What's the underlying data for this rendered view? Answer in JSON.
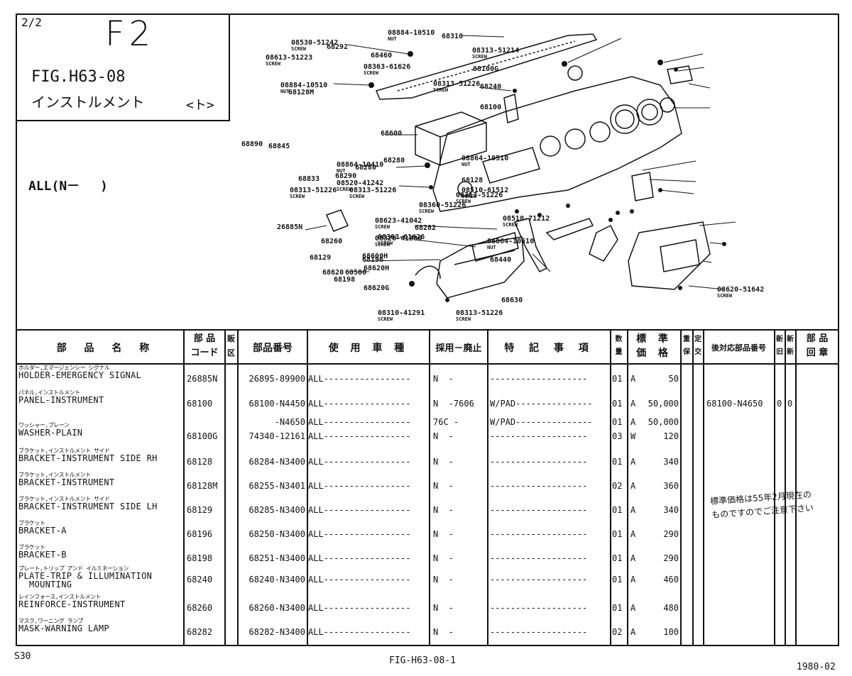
{
  "header": {
    "page_num": "2/2",
    "section": "F2",
    "fig": "FIG.H63-08",
    "title_jp": "インストルメント",
    "title_suffix": "<ト>",
    "applicability": "ALL(N－　 )"
  },
  "diagram": {
    "labels": [
      {
        "code": "08530-51242",
        "sub": "SCREW"
      },
      {
        "code": "68310",
        "sub": ""
      },
      {
        "code": "08884-10510",
        "sub": "NUT"
      },
      {
        "code": "68292",
        "sub": ""
      },
      {
        "code": "08613-51223",
        "sub": "SCREW"
      },
      {
        "code": "68460",
        "sub": ""
      },
      {
        "code": "08363-61626",
        "sub": "SCREW"
      },
      {
        "code": "08313-51214",
        "sub": "SCREW"
      },
      {
        "code": "68100G",
        "sub": ""
      },
      {
        "code": "68240",
        "sub": ""
      },
      {
        "code": "08884-10510",
        "sub": "NUT"
      },
      {
        "code": "08313-51226",
        "sub": "SCREW"
      },
      {
        "code": "68128M",
        "sub": ""
      },
      {
        "code": "68100",
        "sub": ""
      },
      {
        "code": "68600",
        "sub": ""
      },
      {
        "code": "68890",
        "sub": ""
      },
      {
        "code": "68845",
        "sub": ""
      },
      {
        "code": "68280",
        "sub": ""
      },
      {
        "code": "08864-10510",
        "sub": "NUT"
      },
      {
        "code": "08864-10410",
        "sub": "NUT"
      },
      {
        "code": "68290",
        "sub": ""
      },
      {
        "code": "68280",
        "sub": ""
      },
      {
        "code": "68128",
        "sub": ""
      },
      {
        "code": "08520-41242",
        "sub": "SCREW"
      },
      {
        "code": "68833",
        "sub": ""
      },
      {
        "code": "08313-51226",
        "sub": "SCREW"
      },
      {
        "code": "08313-51226",
        "sub": "SCREW"
      },
      {
        "code": "08510-61512",
        "sub": "SCREW"
      },
      {
        "code": "08360-51226",
        "sub": "SCREW"
      },
      {
        "code": "08313-51226",
        "sub": "SCREW"
      },
      {
        "code": "26885N",
        "sub": ""
      },
      {
        "code": "08623-41042",
        "sub": "SCREW"
      },
      {
        "code": "08510-71212",
        "sub": "SCREW"
      },
      {
        "code": "68282",
        "sub": ""
      },
      {
        "code": "08320-41886",
        "sub": "SCREW"
      },
      {
        "code": "08363-61626",
        "sub": "SCREW"
      },
      {
        "code": "08864-10510",
        "sub": "NUT"
      },
      {
        "code": "68260",
        "sub": ""
      },
      {
        "code": "68600H",
        "sub": ""
      },
      {
        "code": "68129",
        "sub": ""
      },
      {
        "code": "68196",
        "sub": ""
      },
      {
        "code": "68440",
        "sub": ""
      },
      {
        "code": "68620",
        "sub": ""
      },
      {
        "code": "68620H",
        "sub": ""
      },
      {
        "code": "68580",
        "sub": ""
      },
      {
        "code": "68198",
        "sub": ""
      },
      {
        "code": "68620G",
        "sub": ""
      },
      {
        "code": "08620-51642",
        "sub": "SCREW"
      },
      {
        "code": "68630",
        "sub": ""
      },
      {
        "code": "08310-41291",
        "sub": "SCREW"
      },
      {
        "code": "08313-51226",
        "sub": "SCREW"
      }
    ]
  },
  "table": {
    "headers": {
      "part_name": "部 品 名 称",
      "part_code": "部 品\nコード",
      "div": "販\n区",
      "part_no": "部品番号",
      "model": "使 用 車 種",
      "adopt": "採用－廃止",
      "notes": "特 記 事 項",
      "qty": "数\n量",
      "price": "標 準\n価 格",
      "h1": "重\n保",
      "h2": "定\n交",
      "compat": "後対応部品番号",
      "new": "新\n旧",
      "sub_new": "新\n新",
      "dept": "部 品\n回 章"
    },
    "rows": [
      {
        "kana": "ホルダー,エマージェンシー シグナル",
        "name": "HOLDER-EMERGENCY SIGNAL",
        "code": "26885N",
        "part_no": "26895-89900",
        "model": "ALL-----------------",
        "adopt": "N  -",
        "notes": "-------------------",
        "qty": "01",
        "rank": "A",
        "price": "50",
        "compat": "",
        "f1": "",
        "f2": ""
      },
      {
        "kana": "パネル,インストルメント",
        "name": "PANEL-INSTRUMENT",
        "code": "68100",
        "part_no": "68100-N4450",
        "model": "ALL-----------------",
        "adopt": "N  -7606",
        "notes": "W/PAD---------------",
        "qty": "01",
        "rank": "A",
        "price": "50,000",
        "compat": "68100-N4650",
        "f1": "0",
        "f2": "0"
      },
      {
        "kana": "",
        "name": "",
        "code": "",
        "part_no": "-N4650",
        "model": "ALL-----------------",
        "adopt": "76C -",
        "notes": "W/PAD---------------",
        "qty": "01",
        "rank": "A",
        "price": "50,000",
        "compat": "",
        "f1": "",
        "f2": ""
      },
      {
        "kana": "ワッシャー,プレーン",
        "name": "WASHER-PLAIN",
        "code": "68100G",
        "part_no": "74340-12161",
        "model": "ALL-----------------",
        "adopt": "N  -",
        "notes": "-------------------",
        "qty": "03",
        "rank": "W",
        "price": "120",
        "compat": "",
        "f1": "",
        "f2": ""
      },
      {
        "kana": "ブラケット,インストルメント サイド",
        "name": "BRACKET-INSTRUMENT SIDE RH",
        "code": "68128",
        "part_no": "68284-N3400",
        "model": "ALL-----------------",
        "adopt": "N  -",
        "notes": "-------------------",
        "qty": "01",
        "rank": "A",
        "price": "340",
        "compat": "",
        "f1": "",
        "f2": ""
      },
      {
        "kana": "ブラケット,インストルメント",
        "name": "BRACKET-INSTRUMENT",
        "code": "68128M",
        "part_no": "68255-N3401",
        "model": "ALL-----------------",
        "adopt": "N  -",
        "notes": "-------------------",
        "qty": "02",
        "rank": "A",
        "price": "360",
        "compat": "",
        "f1": "",
        "f2": ""
      },
      {
        "kana": "ブラケット,インストルメント サイド",
        "name": "BRACKET-INSTRUMENT SIDE LH",
        "code": "68129",
        "part_no": "68285-N3400",
        "model": "ALL-----------------",
        "adopt": "N  -",
        "notes": "-------------------",
        "qty": "01",
        "rank": "A",
        "price": "340",
        "compat": "",
        "f1": "",
        "f2": ""
      },
      {
        "kana": "ブラケット",
        "name": "BRACKET-A",
        "code": "68196",
        "part_no": "68250-N3400",
        "model": "ALL-----------------",
        "adopt": "N  -",
        "notes": "-------------------",
        "qty": "01",
        "rank": "A",
        "price": "290",
        "compat": "",
        "f1": "",
        "f2": ""
      },
      {
        "kana": "ブラケット",
        "name": "BRACKET-B",
        "code": "68198",
        "part_no": "68251-N3400",
        "model": "ALL-----------------",
        "adopt": "N  -",
        "notes": "-------------------",
        "qty": "01",
        "rank": "A",
        "price": "290",
        "compat": "",
        "f1": "",
        "f2": ""
      },
      {
        "kana": "プレート,トリップ アンド イルミネーション",
        "name": "PLATE-TRIP & ILLUMINATION\n  MOUNTING",
        "code": "68240",
        "part_no": "68240-N3400",
        "model": "ALL-----------------",
        "adopt": "N  -",
        "notes": "-------------------",
        "qty": "01",
        "rank": "A",
        "price": "460",
        "compat": "",
        "f1": "",
        "f2": ""
      },
      {
        "kana": "レインフォース,インストルメント",
        "name": "REINFORCE-INSTRUMENT",
        "code": "68260",
        "part_no": "68260-N3400",
        "model": "ALL-----------------",
        "adopt": "N  -",
        "notes": "-------------------",
        "qty": "01",
        "rank": "A",
        "price": "480",
        "compat": "",
        "f1": "",
        "f2": ""
      },
      {
        "kana": "マスク,ワーニング ランプ",
        "name": "MASK-WARNING LAMP",
        "code": "68282",
        "part_no": "68282-N3400",
        "model": "ALL-----------------",
        "adopt": "N  -",
        "notes": "-------------------",
        "qty": "02",
        "rank": "A",
        "price": "100",
        "compat": "",
        "f1": "",
        "f2": ""
      }
    ],
    "note_line1": "標準価格は55年2月現在の",
    "note_line2": "ものですのでご注意下さい"
  },
  "footer": {
    "left": "S30",
    "center": "FIG-H63-08-1",
    "right": "1980-02"
  }
}
